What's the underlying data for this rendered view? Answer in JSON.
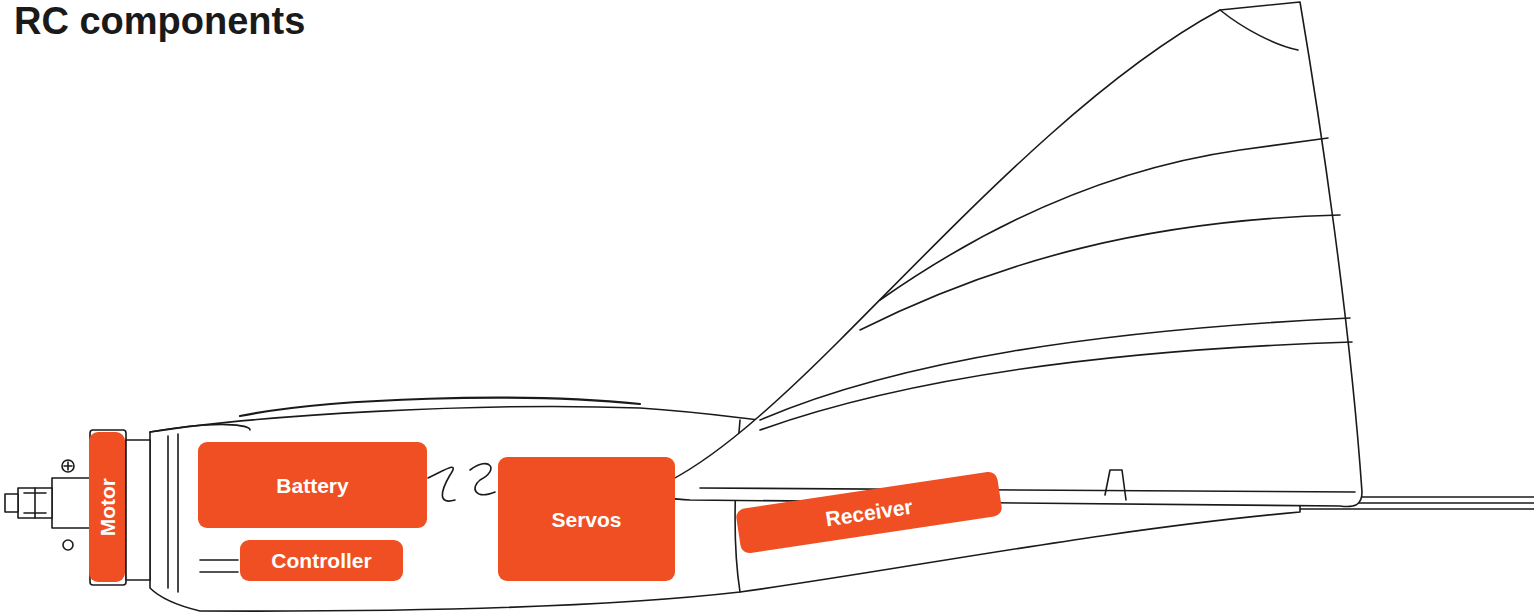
{
  "diagram": {
    "title": "RC components",
    "nodes": [
      {
        "text": [
          "Motor"
        ]
      },
      {
        "text": [
          "Battery"
        ]
      },
      {
        "text": [
          "Controller"
        ]
      },
      {
        "text": [
          "Servos"
        ]
      },
      {
        "text": [
          "Receiver"
        ]
      }
    ]
  }
}
